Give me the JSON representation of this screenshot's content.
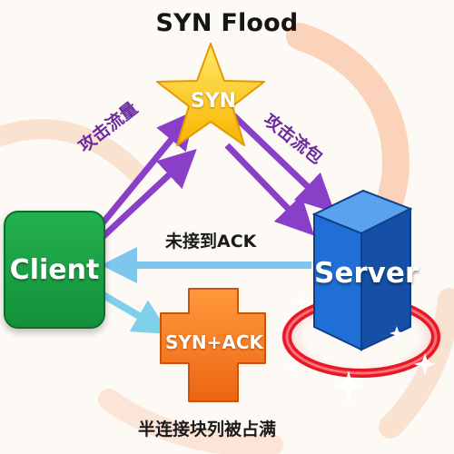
{
  "title": "SYN Flood",
  "nodes": {
    "client": "Client",
    "server": "Server",
    "syn": "SYN",
    "syn_ack": "SYN+ACK"
  },
  "labels": {
    "attack_traffic": "攻击流量",
    "attack_packets": "攻击流包",
    "no_ack": "未接到ACK",
    "half_open_full": "半连接块列被占满"
  },
  "colors": {
    "client": "#1aa147",
    "server": "#1f6fd6",
    "syn_star": "#ffcf1f",
    "syn_ack_cross": "#f27a21",
    "attack_arrow": "#8a3fc9",
    "ack_arrow": "#7fc6ef",
    "ring": "#e5182a"
  }
}
